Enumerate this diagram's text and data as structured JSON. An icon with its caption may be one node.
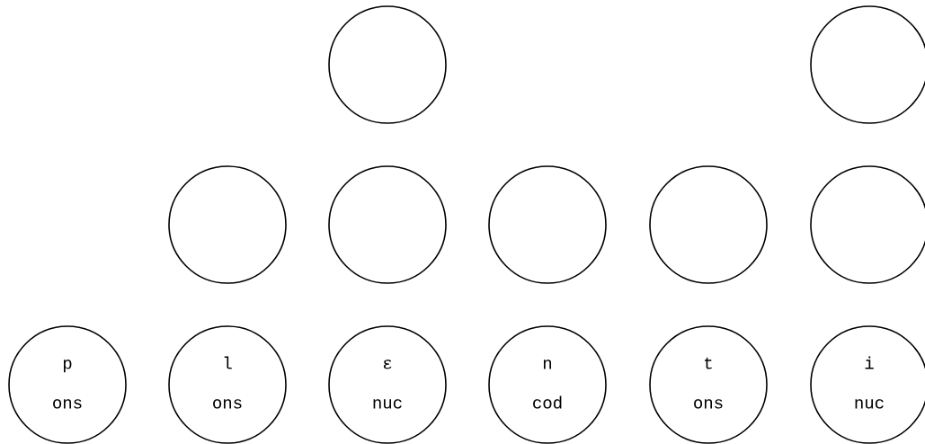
{
  "diagram": {
    "nodes": [
      {
        "text": [],
        "shape": "circle"
      },
      {
        "text": [],
        "shape": "circle"
      },
      {
        "text": [],
        "shape": "circle"
      },
      {
        "text": [],
        "shape": "circle"
      },
      {
        "text": [],
        "shape": "circle"
      },
      {
        "text": [],
        "shape": "circle"
      },
      {
        "text": [],
        "shape": "circle"
      },
      {
        "text": [
          "p",
          "ons"
        ]
      },
      {
        "text": [
          "l",
          "ons"
        ]
      },
      {
        "text": [
          "ε",
          "nuc"
        ]
      },
      {
        "text": [
          "n",
          "cod"
        ]
      },
      {
        "text": [
          "t",
          "ons"
        ]
      },
      {
        "text": [
          "i",
          "nuc"
        ]
      }
    ]
  }
}
